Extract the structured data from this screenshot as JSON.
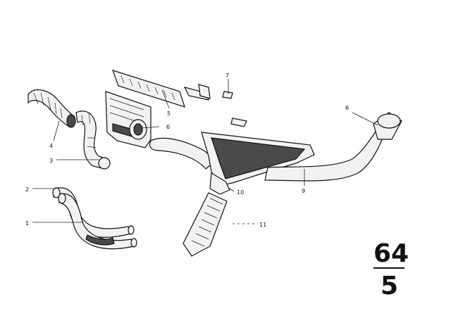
{
  "diagram": {
    "section": {
      "group": "64",
      "sub": "5"
    },
    "callouts": [
      {
        "id": "c1",
        "text": "1"
      },
      {
        "id": "c2",
        "text": "2"
      },
      {
        "id": "c3",
        "text": "3"
      },
      {
        "id": "c4",
        "text": "4"
      },
      {
        "id": "c5",
        "text": "5"
      },
      {
        "id": "c6a",
        "text": "6"
      },
      {
        "id": "c6b",
        "text": "6"
      },
      {
        "id": "c7",
        "text": "7"
      },
      {
        "id": "c9",
        "text": "9"
      },
      {
        "id": "c10",
        "text": "10"
      },
      {
        "id": "c11",
        "text": "11"
      }
    ]
  }
}
